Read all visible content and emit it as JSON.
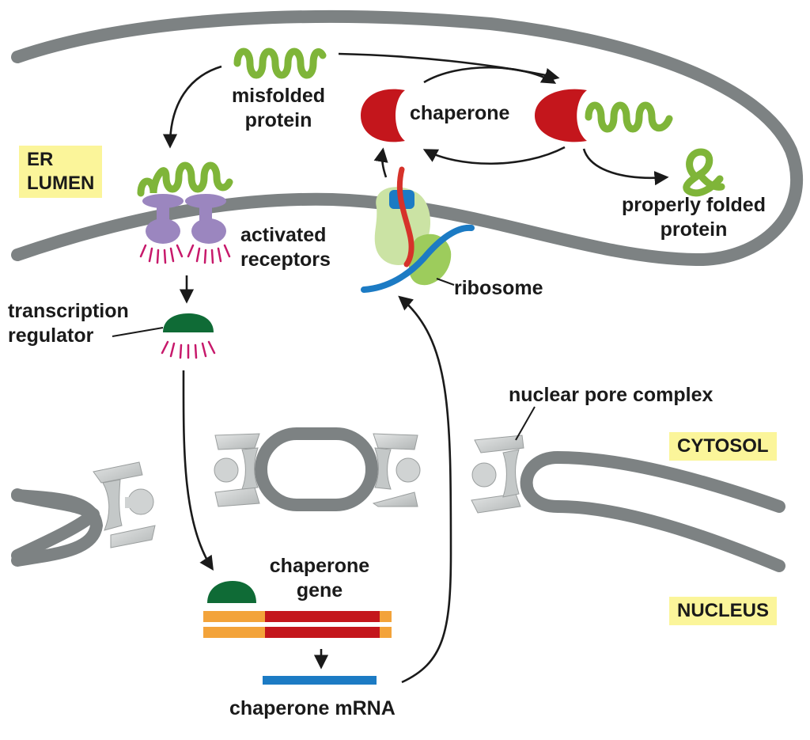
{
  "compartments": {
    "er_lumen": [
      "ER",
      "LUMEN"
    ],
    "cytosol": "CYTOSOL",
    "nucleus": "NUCLEUS"
  },
  "labels": {
    "misfolded_protein": [
      "misfolded",
      "protein"
    ],
    "chaperone": "chaperone",
    "properly_folded_protein": [
      "properly folded",
      "protein"
    ],
    "activated_receptors": [
      "activated",
      "receptors"
    ],
    "ribosome": "ribosome",
    "transcription_regulator": [
      "transcription",
      "regulator"
    ],
    "nuclear_pore_complex": "nuclear pore complex",
    "chaperone_gene": [
      "chaperone",
      "gene"
    ],
    "chaperone_mrna": "chaperone mRNA"
  },
  "colors": {
    "membrane": "#7d8283",
    "protein_chain": "#7fb539",
    "chaperone": "#c4161c",
    "receptor": "#9b86bf",
    "transcription_regulator": "#0f6b36",
    "receptor_signal_lines": "#c7196b",
    "ribosome": "#b4d982",
    "mrna": "#1c7bc4",
    "gene_core": "#c4161c",
    "gene_flank": "#f3a33a",
    "pore_complex": "#c8cbcb",
    "compartment_box": "#fbf59a"
  }
}
